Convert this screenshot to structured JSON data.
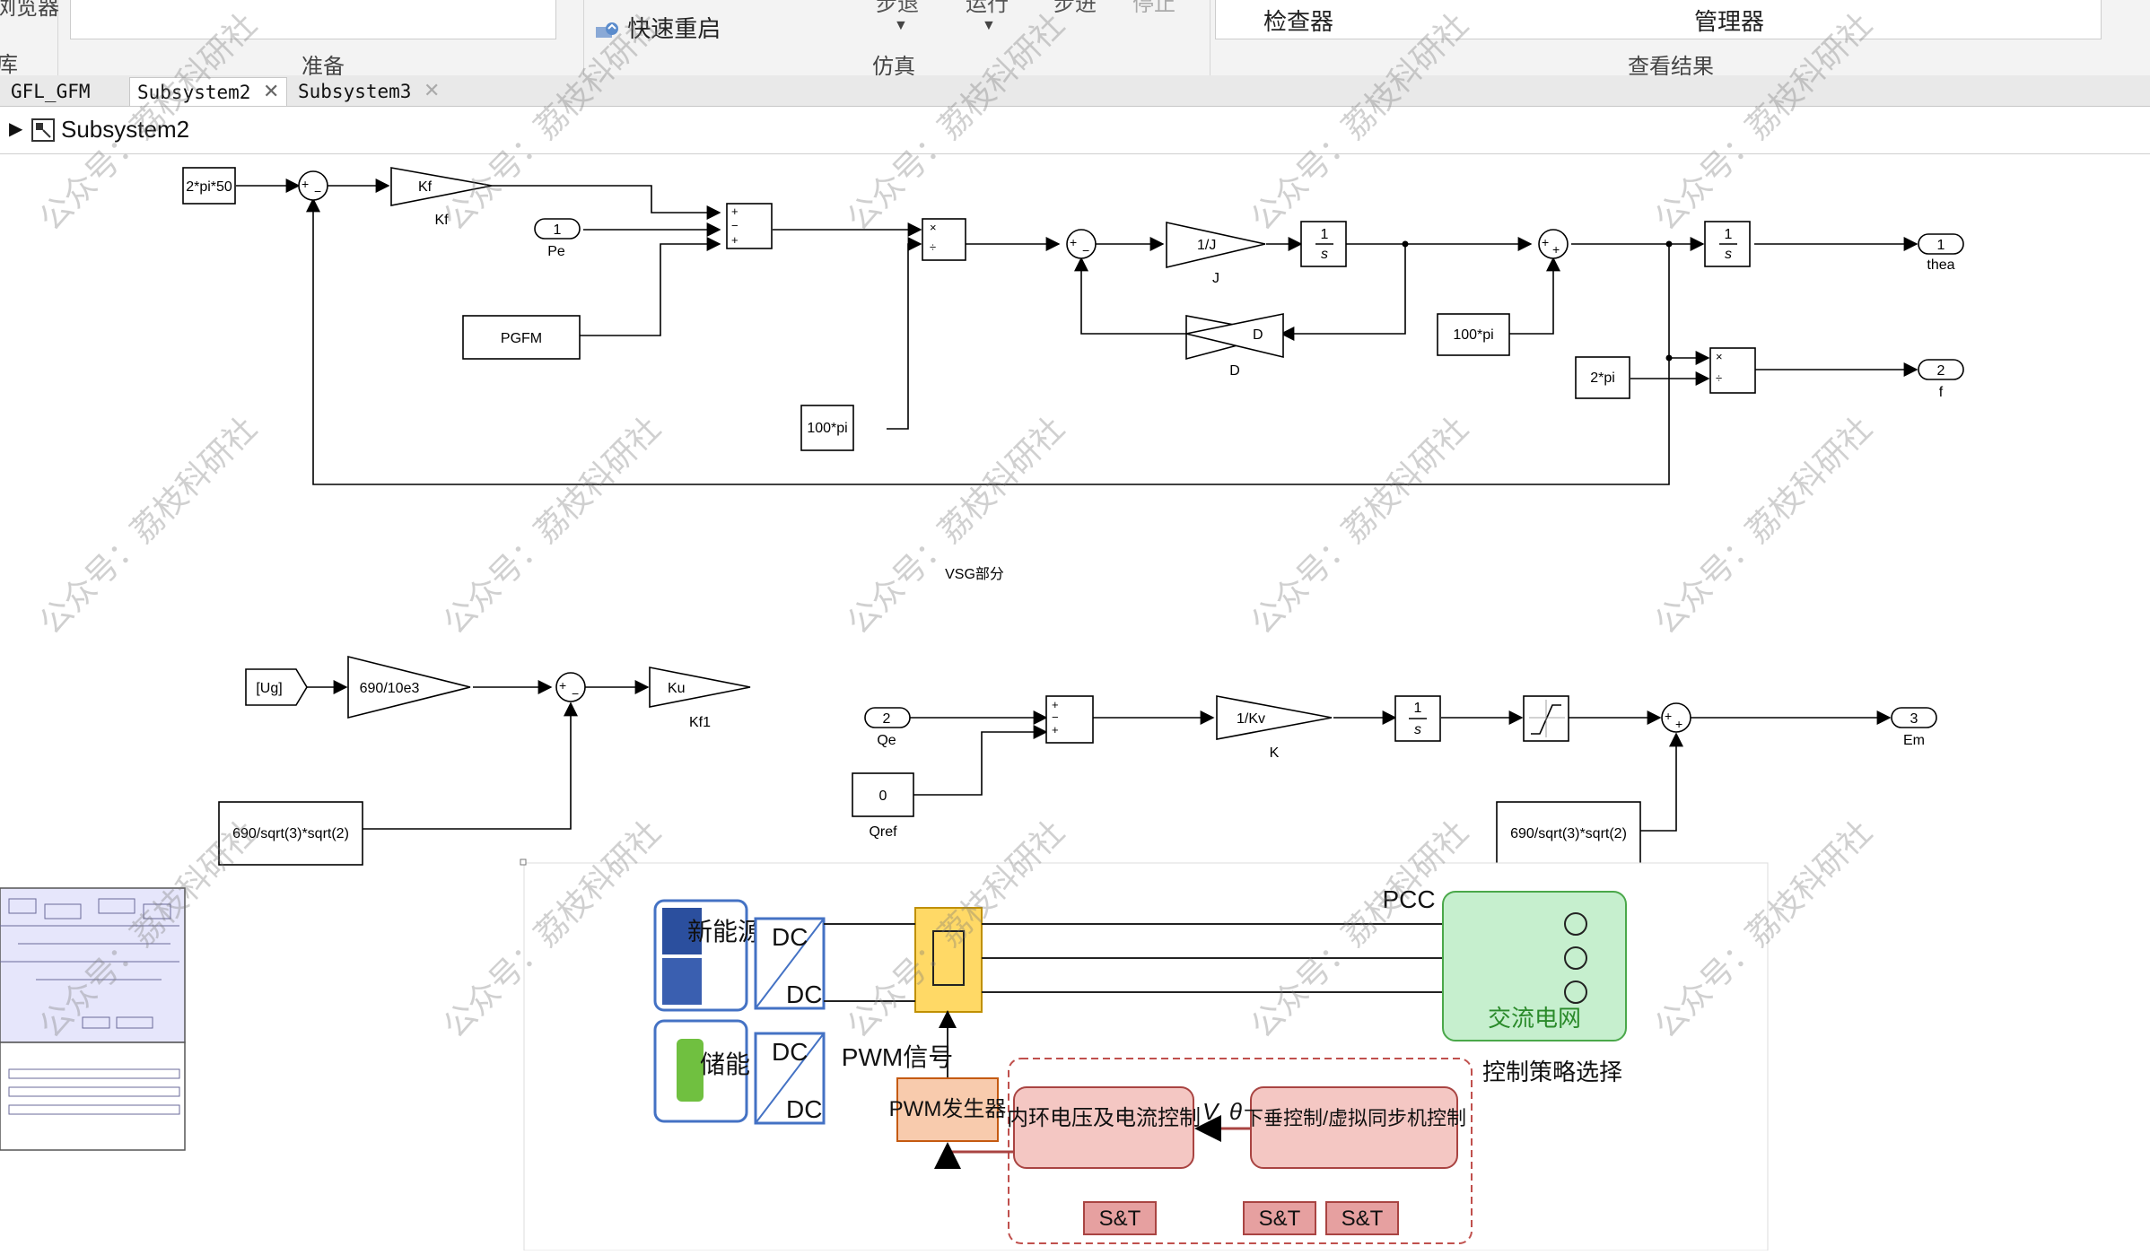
{
  "ribbon": {
    "library_label": "库",
    "browser_label": "浏览器",
    "prepare_label": "准备",
    "simulate_label": "仿真",
    "results_label": "查看结果",
    "fast_restart": "快速重启",
    "inspector": "检查器",
    "manager": "管理器",
    "step_back": "步退",
    "run": "运行",
    "step_forward": "步进",
    "stop": "停止"
  },
  "tabs": [
    {
      "label": "GFL_GFM"
    },
    {
      "label": "Subsystem2"
    },
    {
      "label": "Subsystem3"
    }
  ],
  "breadcrumb": {
    "label": "Subsystem2"
  },
  "diagram": {
    "const_2pi50": "2*pi*50",
    "gain_kf": "Kf",
    "gain_kf_label": "Kf",
    "inport_1": "1",
    "pe_label": "Pe",
    "pgfm": "PGFM",
    "const_100pi_a": "100*pi",
    "gain_1j": "1/J",
    "gain_1j_label": "J",
    "gain_d": "D",
    "gain_d_label": "D",
    "integ_num": "1",
    "integ_den": "s",
    "const_100pi_b": "100*pi",
    "const_2pi": "2*pi",
    "out_1": "1",
    "thea_label": "thea",
    "out_2": "2",
    "f_label": "f",
    "vsg_label": "VSG部分",
    "ug_block": "[Ug]",
    "gain_690": "690/10e3",
    "gain_ku": "Ku",
    "kf1_label": "Kf1",
    "const_690a": "690/sqrt(3)*sqrt(2)",
    "inport_2": "2",
    "qe_label": "Qe",
    "const_0": "0",
    "qref_label": "Qref",
    "gain_1kv": "1/Kv",
    "k_label": "K",
    "const_690b": "690/sqrt(3)*sqrt(2)",
    "out_3": "3",
    "em_label": "Em",
    "mult_x": "×",
    "mult_div": "÷"
  },
  "schematic": {
    "new_energy": "新能源",
    "storage": "储能",
    "dc": "DC",
    "pwm_signal": "PWM信号",
    "pwm_gen": "PWM发生器",
    "inner_loop": "内环电压及电流控制",
    "droop": "下垂控制/虚拟同步机控制",
    "strategy": "控制策略选择",
    "grid": "交流电网",
    "pcc": "PCC",
    "st": "S&T",
    "v_theta": "V, θ"
  },
  "watermark": "公众号：荔枝科研社",
  "colors": {
    "accent_blue": "#4472c4",
    "pwm_orange": "#f8cbad",
    "grid_green": "#c6efce",
    "st_red": "#e6a0a0"
  }
}
